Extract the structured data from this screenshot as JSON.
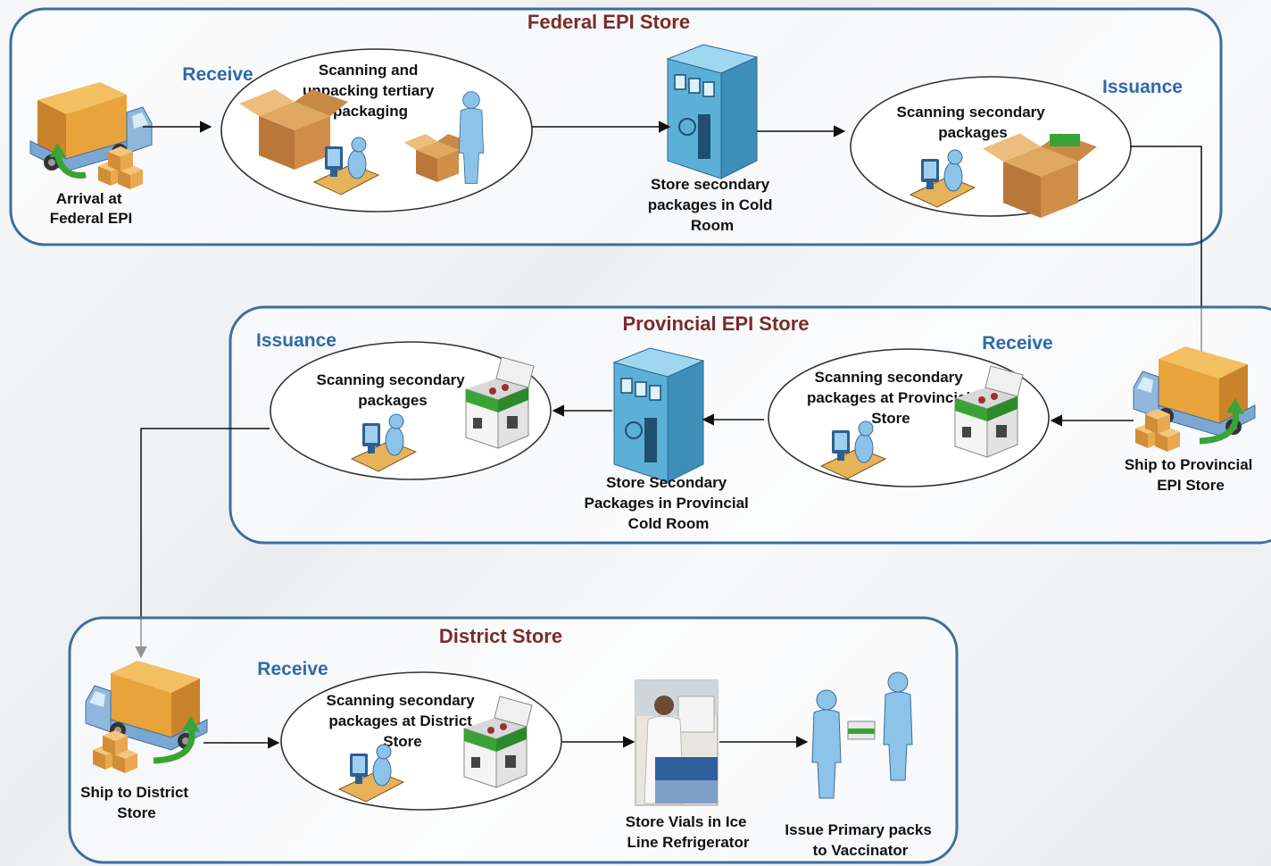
{
  "panels": {
    "federal": {
      "title": "Federal EPI Store",
      "receive_label": "Receive",
      "issuance_label": "Issuance",
      "arrival_caption": [
        "Arrival at",
        "Federal EPI"
      ],
      "unpack_caption": [
        "Scanning and",
        "unpacking tertiary",
        "packaging"
      ],
      "cold_room_caption": [
        "Store secondary",
        "packages in Cold",
        "Room"
      ],
      "scan_caption": [
        "Scanning secondary",
        "packages"
      ]
    },
    "provincial": {
      "title": "Provincial EPI Store",
      "issuance_label": "Issuance",
      "receive_label": "Receive",
      "scan_issue_caption": [
        "Scanning secondary",
        "packages"
      ],
      "cold_room_caption": [
        "Store Secondary",
        "Packages in Provincial",
        "Cold Room"
      ],
      "scan_receive_caption": [
        "Scanning secondary",
        "packages at Provincial",
        "Store"
      ]
    },
    "district": {
      "title": "District Store",
      "receive_label": "Receive",
      "scan_caption": [
        "Scanning secondary",
        "packages at District",
        "Store"
      ],
      "fridge_caption": [
        "Store Vials in Ice",
        "Line Refrigerator"
      ],
      "issue_caption": [
        "Issue Primary packs",
        "to Vaccinator"
      ]
    }
  },
  "external": {
    "ship_provincial_caption": [
      "Ship to Provincial",
      "EPI Store"
    ],
    "ship_district_caption": [
      "Ship to District",
      "Store"
    ]
  },
  "colors": {
    "panel_border": "#3d6e9e",
    "title": "#7a2c2c",
    "stage_label": "#2f6aa8",
    "truck_box": "#e8a33a",
    "truck_cab": "#8fb8dc",
    "person": "#8cc3e8",
    "building": "#5cb0d8",
    "green_arrow": "#3aa335"
  },
  "icons": [
    "truck-icon",
    "boxes-icon",
    "person-at-computer-icon",
    "cardboard-box-icon",
    "cold-room-building-icon",
    "vaccine-carrier-box-icon",
    "refrigerator-photo-icon",
    "handover-people-icon"
  ]
}
